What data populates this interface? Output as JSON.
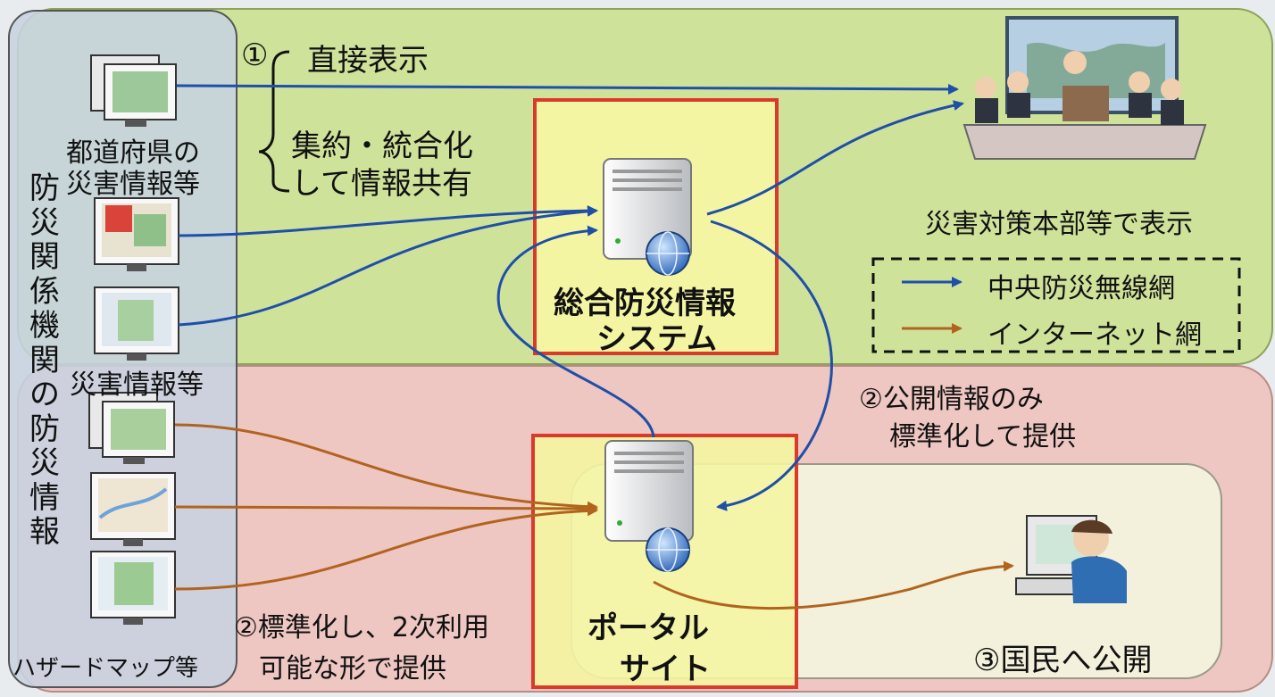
{
  "colors": {
    "green_band": "#cfe29a",
    "pink_band": "#eec6c2",
    "left_panel": "#c7d3e0",
    "yellow_box": "#f4f5a2",
    "red_border": "#d93a2c",
    "blue_arrow": "#1f4fa8",
    "brown_arrow": "#b0641e"
  },
  "left_panel": {
    "vertical_title": "防災関係機関の防災情報",
    "prefecture_label_1": "都道府県の",
    "prefecture_label_2": "災害情報等",
    "disaster_label": "災害情報等",
    "hazard_label": "ハザードマップ等"
  },
  "bracket": {
    "number": "①",
    "direct": "直接表示",
    "integrate_1": "集約・統合化",
    "integrate_2": "して情報共有"
  },
  "central_system": {
    "line1": "総合防災情報",
    "line2": "システム"
  },
  "hq": {
    "label": "災害対策本部等で表示"
  },
  "legend": {
    "blue_label": "中央防災無線網",
    "brown_label": "インターネット網"
  },
  "public_info": {
    "line1": "②公開情報のみ",
    "line2": "標準化して提供"
  },
  "portal": {
    "line1": "ポータル",
    "line2": "サイト"
  },
  "secondary_use": {
    "line1": "②標準化し、2次利用",
    "line2": "可能な形で提供"
  },
  "citizens": {
    "label": "③国民へ公開"
  }
}
